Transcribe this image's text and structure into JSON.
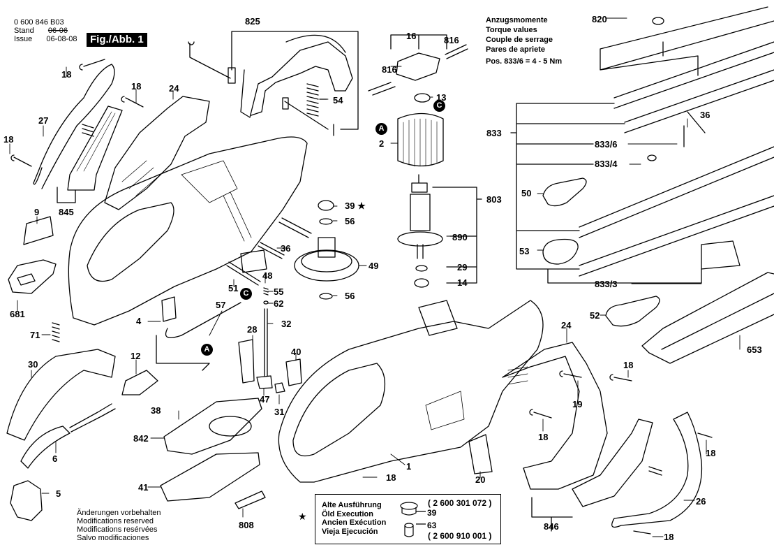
{
  "header": {
    "doc_number": "0 600 846 B03",
    "stand_label": "Stand",
    "issue_label": "Issue",
    "old_date": "06-06",
    "issue_date": "06-08-08",
    "figure_label": "Fig./Abb. 1"
  },
  "torque_note": {
    "lines": [
      "Anzugsmomente",
      "Torque values",
      "Couple de serrage",
      "Pares de apriete"
    ],
    "position_value": "Pos. 833/6 = 4 - 5 Nm"
  },
  "modifications_note": [
    "Änderungen vorbehalten",
    "Modifications reserved",
    "Modifications resérvées",
    "Salvo modificaciones"
  ],
  "old_execution_box": {
    "star_symbol": "★",
    "names": [
      "Alte Ausführung",
      "Öld Execution",
      "Ancien Exécution",
      "Vieja Ejecución"
    ],
    "part_number_top": "( 2 600 301 072 )",
    "part_number_bottom": "( 2 600 910 001 )",
    "ref_a": "39",
    "ref_b": "63"
  },
  "callouts": {
    "A": "A",
    "C": "C"
  },
  "part_labels": [
    {
      "id": "825",
      "text": "825"
    },
    {
      "id": "18a",
      "text": "18"
    },
    {
      "id": "18b",
      "text": "18"
    },
    {
      "id": "24a",
      "text": "24"
    },
    {
      "id": "27",
      "text": "27"
    },
    {
      "id": "18c",
      "text": "18"
    },
    {
      "id": "845",
      "text": "845"
    },
    {
      "id": "9",
      "text": "9"
    },
    {
      "id": "681",
      "text": "681"
    },
    {
      "id": "54",
      "text": "54"
    },
    {
      "id": "16",
      "text": "16"
    },
    {
      "id": "816a",
      "text": "816"
    },
    {
      "id": "816b",
      "text": "816"
    },
    {
      "id": "13",
      "text": "13"
    },
    {
      "id": "2",
      "text": "2"
    },
    {
      "id": "803",
      "text": "803"
    },
    {
      "id": "890",
      "text": "890"
    },
    {
      "id": "29",
      "text": "29"
    },
    {
      "id": "14",
      "text": "14"
    },
    {
      "id": "39",
      "text": "39 ★"
    },
    {
      "id": "56a",
      "text": "56"
    },
    {
      "id": "56b",
      "text": "56"
    },
    {
      "id": "49",
      "text": "49"
    },
    {
      "id": "36a",
      "text": "36"
    },
    {
      "id": "48",
      "text": "48"
    },
    {
      "id": "51",
      "text": "51"
    },
    {
      "id": "55",
      "text": "55"
    },
    {
      "id": "62",
      "text": "62"
    },
    {
      "id": "32",
      "text": "32"
    },
    {
      "id": "57",
      "text": "57"
    },
    {
      "id": "4",
      "text": "4"
    },
    {
      "id": "28",
      "text": "28"
    },
    {
      "id": "40",
      "text": "40"
    },
    {
      "id": "47",
      "text": "47"
    },
    {
      "id": "31",
      "text": "31"
    },
    {
      "id": "12",
      "text": "12"
    },
    {
      "id": "71",
      "text": "71"
    },
    {
      "id": "30",
      "text": "30"
    },
    {
      "id": "38",
      "text": "38"
    },
    {
      "id": "842",
      "text": "842"
    },
    {
      "id": "6",
      "text": "6"
    },
    {
      "id": "5",
      "text": "5"
    },
    {
      "id": "41",
      "text": "41"
    },
    {
      "id": "808",
      "text": "808"
    },
    {
      "id": "1",
      "text": "1"
    },
    {
      "id": "18d",
      "text": "18"
    },
    {
      "id": "20",
      "text": "20"
    },
    {
      "id": "24b",
      "text": "24"
    },
    {
      "id": "19",
      "text": "19"
    },
    {
      "id": "18e",
      "text": "18"
    },
    {
      "id": "18f",
      "text": "18"
    },
    {
      "id": "18g",
      "text": "18"
    },
    {
      "id": "18h",
      "text": "18"
    },
    {
      "id": "846",
      "text": "846"
    },
    {
      "id": "26",
      "text": "26"
    },
    {
      "id": "653",
      "text": "653"
    },
    {
      "id": "52",
      "text": "52"
    },
    {
      "id": "820",
      "text": "820"
    },
    {
      "id": "833",
      "text": "833"
    },
    {
      "id": "833_6",
      "text": "833/6"
    },
    {
      "id": "833_4",
      "text": "833/4"
    },
    {
      "id": "36b",
      "text": "36"
    },
    {
      "id": "50",
      "text": "50"
    },
    {
      "id": "53",
      "text": "53"
    },
    {
      "id": "833_3",
      "text": "833/3"
    }
  ]
}
